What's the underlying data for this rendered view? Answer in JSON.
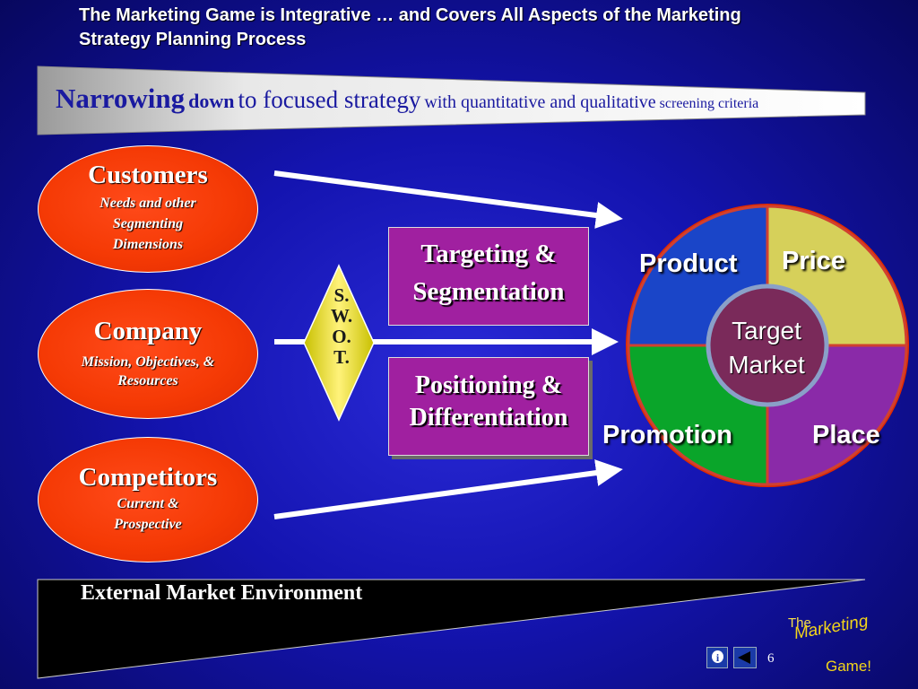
{
  "slide": {
    "title": "The Marketing Game is Integrative … and Covers All Aspects of the Marketing Strategy Planning Process"
  },
  "banner": {
    "part1": "Narrowing",
    "part2": "down",
    "part3": "to focused strategy",
    "part4": "with quantitative and qualitative",
    "part5": "screening criteria"
  },
  "inputs": [
    {
      "title": "Customers",
      "subtitle": "Needs and other Segmenting Dimensions"
    },
    {
      "title": "Company",
      "subtitle": "Mission, Objectives, & Resources"
    },
    {
      "title": "Competitors",
      "subtitle": "Current & Prospective"
    }
  ],
  "swot": [
    "S.",
    "W.",
    "O.",
    "T."
  ],
  "boxes": {
    "targeting": "Targeting & Segmentation",
    "positioning": "Positioning & Differentiation"
  },
  "marketing_mix": {
    "product": "Product",
    "price": "Price",
    "promotion": "Promotion",
    "place": "Place",
    "center": "Target Market"
  },
  "colors": {
    "product": "#1a45c8",
    "price": "#d6d05a",
    "promotion": "#0aa52a",
    "place": "#8a2aa8",
    "center": "#7a2a5a",
    "ring": "#e02a00",
    "oval": "#f53a05",
    "box": "#a020a0",
    "swot": "#f0e01a"
  },
  "footer": {
    "environment": "External Market Environment",
    "page_number": "6",
    "info_icon_glyph": "i",
    "logo_the": "The",
    "logo_marketing": "Marketing",
    "logo_game": "Game!"
  },
  "icons": {
    "info": "info-icon",
    "back": "back-arrow-icon"
  }
}
